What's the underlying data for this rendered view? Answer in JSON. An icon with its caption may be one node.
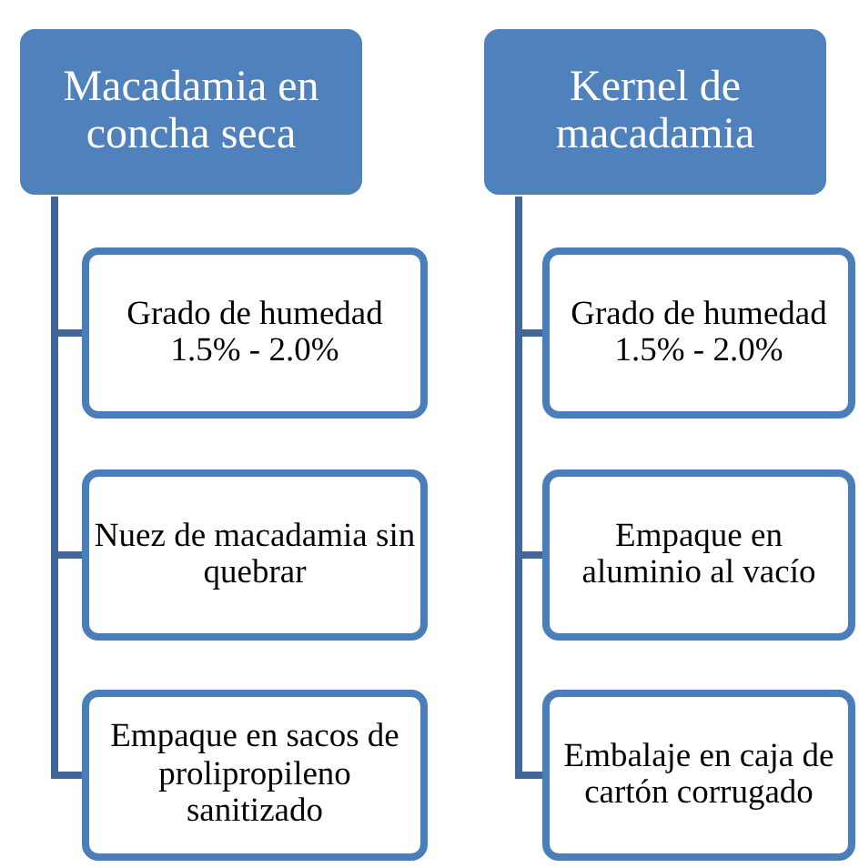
{
  "diagram": {
    "nodes": [
      {
        "text": [
          "Macadamia en concha seca"
        ]
      },
      {
        "text": [
          "Grado de humedad 1.5% - 2.0%"
        ]
      },
      {
        "text": [
          "Nuez de macadamia sin quebrar"
        ]
      },
      {
        "text": [
          "Empaque en sacos de prolipropileno sanitizado"
        ]
      },
      {
        "text": [
          "Kernel de macadamia"
        ]
      },
      {
        "text": [
          "Grado de humedad 1.5% - 2.0%"
        ]
      },
      {
        "text": [
          "Empaque en aluminio al vacío"
        ]
      },
      {
        "text": [
          "Embalaje en caja de cartón corrugado"
        ]
      }
    ],
    "edges": [
      {
        "from": 0,
        "to": 1,
        "arrow": "none"
      },
      {
        "from": 0,
        "to": 2,
        "arrow": "none"
      },
      {
        "from": 0,
        "to": 3,
        "arrow": "none"
      },
      {
        "from": 4,
        "to": 5,
        "arrow": "none"
      },
      {
        "from": 4,
        "to": 6,
        "arrow": "none"
      },
      {
        "from": 4,
        "to": 7,
        "arrow": "none"
      }
    ]
  }
}
